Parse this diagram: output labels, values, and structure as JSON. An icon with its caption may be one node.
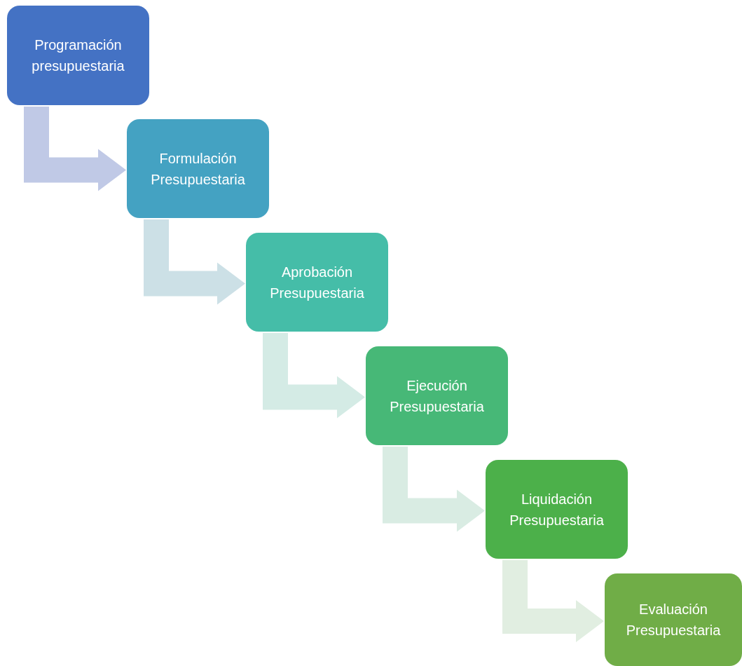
{
  "diagram": {
    "nodes": [
      {
        "text": [
          "Programación presupuestaria"
        ]
      },
      {
        "text": [
          "Formulación Presupuestaria"
        ]
      },
      {
        "text": [
          "Aprobación Presupuestaria"
        ]
      },
      {
        "text": [
          "Ejecución Presupuestaria"
        ]
      },
      {
        "text": [
          "Liquidación Presupuestaria"
        ]
      },
      {
        "text": [
          "Evaluación Presupuestaria"
        ]
      }
    ],
    "edges": [
      {
        "from": 0,
        "to": 1,
        "arrow": "to",
        "color": "#c0c9e6"
      },
      {
        "from": 1,
        "to": 2,
        "arrow": "to",
        "color": "#cce0e6"
      },
      {
        "from": 2,
        "to": 3,
        "arrow": "to",
        "color": "#d4ebe5"
      },
      {
        "from": 3,
        "to": 4,
        "arrow": "to",
        "color": "#d9ece3"
      },
      {
        "from": 4,
        "to": 5,
        "arrow": "to",
        "color": "#e1eee1"
      }
    ]
  }
}
